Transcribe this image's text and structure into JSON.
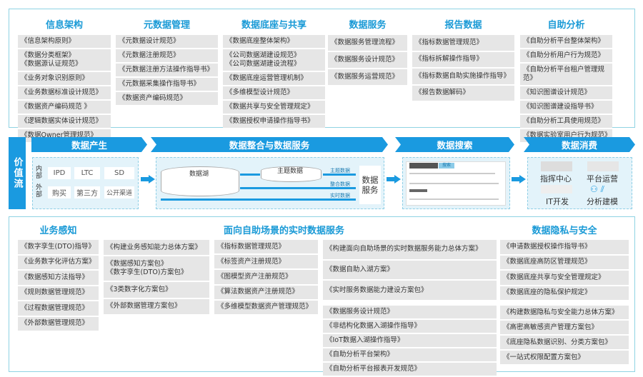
{
  "top": [
    {
      "title": "信息架构",
      "items": [
        "《信息架构原则》",
        "《数据分类框架》\n《数据源认证规范》",
        "《业务对象识别原则》",
        "《业务数据标准设计规范》",
        "《数据资产编码规范 》",
        "《逻辑数据实体设计规范》",
        "《数据Owner管理规范》"
      ]
    },
    {
      "title": "元数据管理",
      "items": [
        "《元数据设计规范》",
        "《元数据注册规范》",
        "《元数据注册方法操作指导书》",
        "《元数据采集操作指导书》",
        "《数据资产编码规范》"
      ]
    },
    {
      "title": "数据底座与共享",
      "items": [
        "《数据底座整体架构》",
        "《公司数据湖建设规范》\n《公司数据湖建设流程》",
        "《数据底座运营管理机制》",
        "《多维模型设计规范》",
        "《数据共享与安全管理规定》",
        "《数据授权申请操作指导书》"
      ]
    },
    {
      "title": "数据服务",
      "items": [
        "《数据服务管理流程》",
        "《数据服务设计规范》",
        "《数据服务运营规范》"
      ]
    },
    {
      "title": "报告数据",
      "items": [
        "《指标数据管理规范》",
        "《指标拆解操作指导》",
        "《指标数据自助实施操作指导》",
        "《报告数据解码》"
      ]
    },
    {
      "title": "自助分析",
      "items": [
        "《自助分析平台整体架构》",
        "《自助分析用户行为规范》",
        "《自助分析平台租户管理规范》",
        "《知识图谱设计规范》",
        "《知识图谱建设指导书》",
        "《自助分析工具使用规范》",
        "《数据实验室用户行为规范》"
      ]
    }
  ],
  "flow": {
    "side": "价值流",
    "stages": [
      "数据产生",
      "数据整合与数据服务",
      "数据搜索",
      "数据消费"
    ],
    "produce": {
      "internal": "内部",
      "external": "外部",
      "internal_items": [
        "IPD",
        "LTC",
        "SD"
      ],
      "external_items": [
        "购买",
        "第三方",
        "公开渠道"
      ]
    },
    "integrate": {
      "lake": "数据湖",
      "theme": "主题数据",
      "lines": [
        "主题数据",
        "整合数据",
        "实时数据"
      ],
      "service": "数据服务"
    },
    "search": {
      "button": "搜索"
    },
    "consume": [
      "指挥中心",
      "平台运营",
      "IT开发",
      "分析建模"
    ]
  },
  "bottom": {
    "titles": [
      "业务感知",
      "面向自助场景的实时数据服务",
      "数据隐私与安全"
    ],
    "cols": [
      [
        "《数字孪生(DTO)指导》",
        "《业务数字化评估方案》",
        "《数据感知方法指导》",
        "《规则数据管理规范》",
        "《过程数据管理规范》",
        "《外部数据管理规范》"
      ],
      [
        "《构建业务感知能力总体方案》",
        "《数据感知方案包》\n《数字孪生(DTO)方案包》",
        "《3类数字化方案包》",
        "《外部数据管理方案包》"
      ],
      [
        "《指标数据管理规范》",
        "《标签资产注册规范》",
        "《图模型资产注册规范》",
        "《算法数据资产注册规范》",
        "《多维模型数据资产管理规范》"
      ],
      [
        "《构建面向自助场景的实时数据服务能力总体方案》",
        "《数据自助入湖方案》",
        "《实时服务数据能力建设方案包》"
      ],
      [
        "《数据服务设计规范》",
        "《非结构化数据入湖操作指导》",
        "《IoT数据入湖操作指导》",
        "《自助分析平台架构》",
        "《自助分析平台报表开发规范》"
      ],
      [
        "《申请数据授权操作指导书》",
        "《数据底座高防区管理规范》",
        "《数据底座共享与安全管理规定》",
        "《数据底座的隐私保护规定》"
      ],
      [
        "《构建数据隐私与安全能力总体方案》",
        "《高密高敏感资产管理方案包》",
        "《底座隐私数据识别、分类方案包》",
        "《一站式权限配置方案包》"
      ]
    ]
  }
}
